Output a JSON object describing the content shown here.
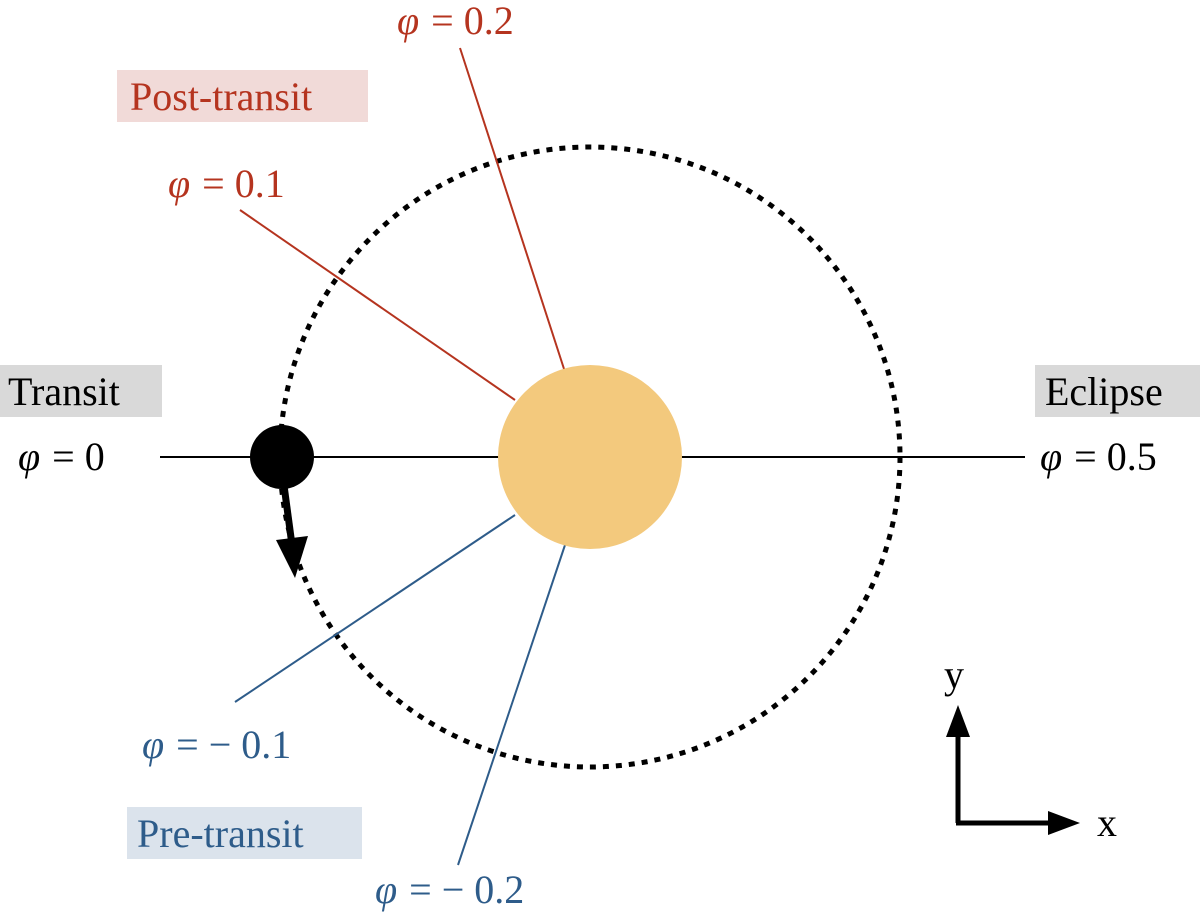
{
  "labels": {
    "transit": "Transit",
    "eclipse": "Eclipse",
    "post_transit": "Post-transit",
    "pre_transit": "Pre-transit"
  },
  "phases": {
    "phi_symbol": "φ",
    "p0": "= 0",
    "p05": "= 0.5",
    "p01": "= 0.1",
    "p02": "= 0.2",
    "pm01": "= − 0.1",
    "pm02": "= − 0.2"
  },
  "axes": {
    "x": "x",
    "y": "y"
  },
  "colors": {
    "post": "#b5341f",
    "pre": "#2e5c8a",
    "post_box": "#f1dad8",
    "pre_box": "#dbe3ec",
    "neutral_box": "#d9d9d9",
    "star": "#f3c97d",
    "planet": "#000000",
    "line": "#000000"
  }
}
